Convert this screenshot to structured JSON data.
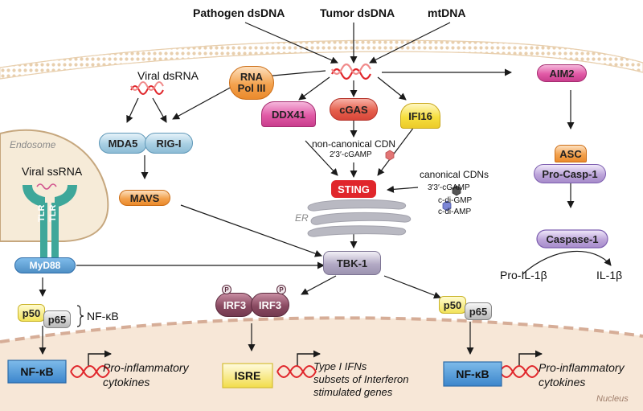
{
  "sources": {
    "pathogen": "Pathogen dsDNA",
    "tumor": "Tumor dsDNA",
    "mt": "mtDNA"
  },
  "proteins": {
    "rna_pol": [
      "RNA",
      "Pol III"
    ],
    "viral_dsrna": "Viral dsRNA",
    "ddx41": "DDX41",
    "cgas": "cGAS",
    "ifi16": "IFI16",
    "aim2": "AIM2",
    "mda5": "MDA5",
    "rigi": "RIG-I",
    "mavs": "MAVS",
    "asc": "ASC",
    "pro_casp": "Pro-Casp-1",
    "caspase": "Caspase-1",
    "pro_il": "Pro-IL-1β",
    "il": "IL-1β",
    "sting": "STING",
    "er": "ER",
    "tbk1": "TBK-1",
    "irf3": "IRF3",
    "p": "P",
    "p50": "p50",
    "p65": "p65",
    "nfkb_brace": "NF-κB"
  },
  "endosome": {
    "label": "Endosome",
    "ssrna": "Viral ssRNA",
    "tlr": "TLR",
    "myd88": "MyD88"
  },
  "cdn": {
    "noncanonical": "non-canonical CDN",
    "cgamp23": "2′3′-cGAMP",
    "canonical": "canonical CDNs",
    "cgamp33": "3′3′-cGAMP",
    "cdigmp": "c-di-GMP",
    "cdiamp": "c-di-AMP"
  },
  "nucleus": {
    "label": "Nucleus",
    "nfkb": "NF-κB",
    "isre": "ISRE",
    "pro_inflam": [
      "Pro-inflammatory",
      "cytokines"
    ],
    "type1": [
      "Type I IFNs",
      "subsets of Interferon",
      "stimulated genes"
    ]
  },
  "colors": {
    "membrane": "#f0ddc4",
    "nucleus": "#f6e4d3",
    "sting": "#e0262b",
    "tbk1": "#b2a9c4",
    "caspase": "#bba4d6",
    "irf3": "#8c4e63",
    "mda5": "#a9cde0",
    "endosome": "#f6ebd7",
    "myd88": "#4f8fc5",
    "tlr": "#3ea79a",
    "nfkb_box": "#4b97d9",
    "isre_box": "#f4e257"
  }
}
